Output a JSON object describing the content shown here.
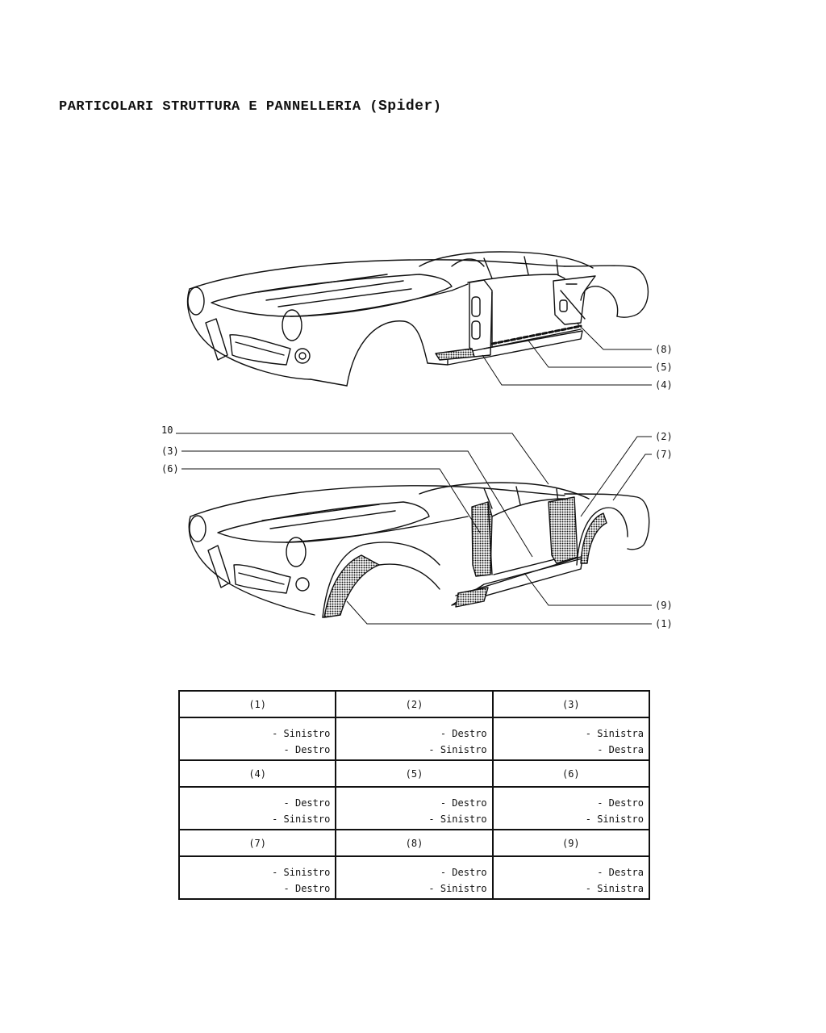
{
  "title": {
    "main": "PARTICOLARI STRUTTURA E PANNELLERIA (",
    "model": "Spider",
    "close": ")"
  },
  "callouts": {
    "top": [
      "(8)",
      "(5)",
      "(4)"
    ],
    "bottom_left": [
      "10",
      "(3)",
      "(6)"
    ],
    "bottom_right": [
      "(2)",
      "(7)",
      "(9)",
      "(1)"
    ]
  },
  "parts_table": [
    {
      "header": "(1)",
      "options": [
        "- Sinistro",
        "- Destro"
      ]
    },
    {
      "header": "(2)",
      "options": [
        "- Destro",
        "- Sinistro"
      ]
    },
    {
      "header": "(3)",
      "options": [
        "- Sinistra",
        "- Destra"
      ]
    },
    {
      "header": "(4)",
      "options": [
        "- Destro",
        "- Sinistro"
      ]
    },
    {
      "header": "(5)",
      "options": [
        "- Destro",
        "- Sinistro"
      ]
    },
    {
      "header": "(6)",
      "options": [
        "- Destro",
        "- Sinistro"
      ]
    },
    {
      "header": "(7)",
      "options": [
        "- Sinistro",
        "- Destro"
      ]
    },
    {
      "header": "(8)",
      "options": [
        "- Destro",
        "- Sinistro"
      ]
    },
    {
      "header": "(9)",
      "options": [
        "- Destra",
        "- Sinistra"
      ]
    }
  ]
}
